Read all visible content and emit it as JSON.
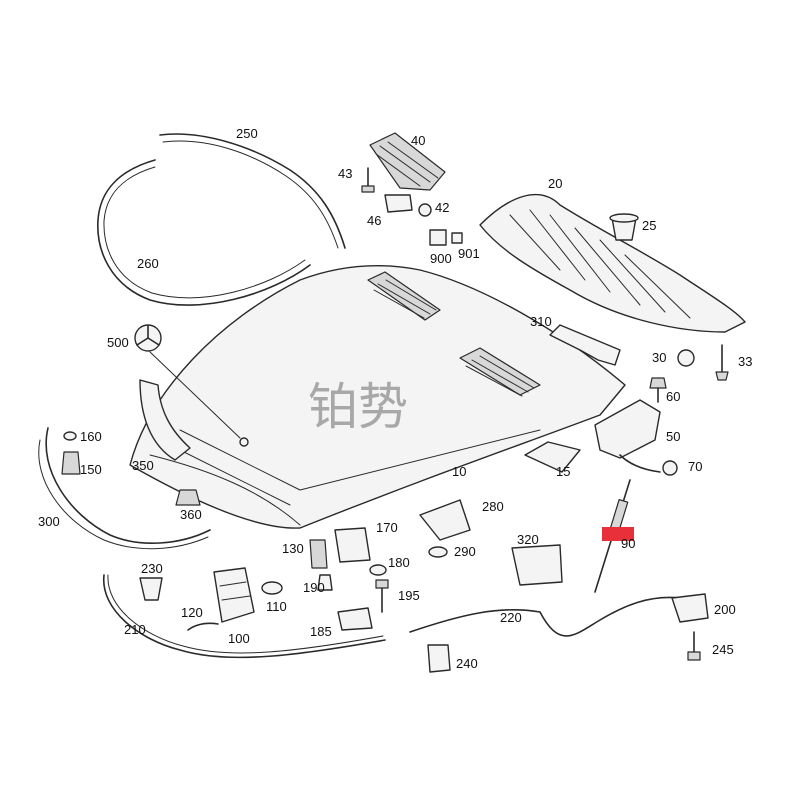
{
  "watermark": "铂势",
  "highlight_color": "#e8303a",
  "parts": {
    "p10": "10",
    "p15": "15",
    "p20": "20",
    "p25": "25",
    "p30": "30",
    "p33": "33",
    "p40": "40",
    "p42": "42",
    "p43": "43",
    "p46": "46",
    "p50": "50",
    "p60": "60",
    "p70": "70",
    "p90": "90",
    "p100": "100",
    "p110": "110",
    "p120": "120",
    "p130": "130",
    "p150": "150",
    "p160": "160",
    "p170": "170",
    "p180": "180",
    "p185": "185",
    "p190": "190",
    "p195": "195",
    "p200": "200",
    "p210": "210",
    "p220": "220",
    "p230": "230",
    "p240": "240",
    "p245": "245",
    "p250": "250",
    "p260": "260",
    "p280": "280",
    "p290": "290",
    "p300": "300",
    "p310": "310",
    "p320": "320",
    "p350": "350",
    "p360": "360",
    "p500": "500",
    "p900": "900",
    "p901": "901"
  }
}
